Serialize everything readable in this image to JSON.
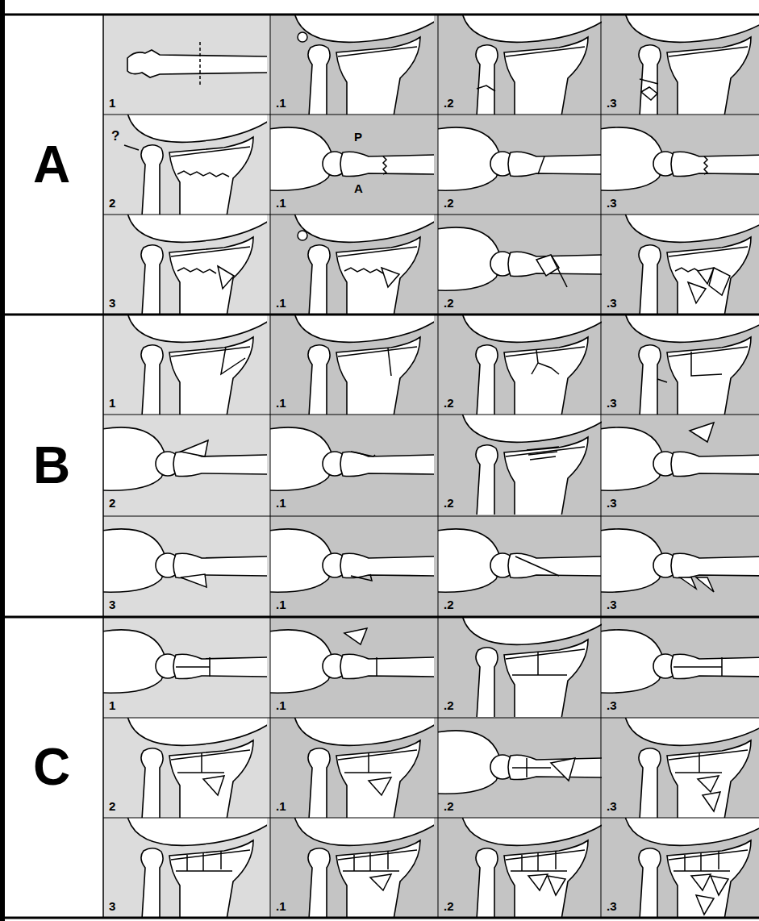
{
  "diagram": {
    "labels": [
      "A",
      "1",
      ".1",
      ".2",
      ".3",
      "?",
      "2",
      "P",
      "A",
      ".1",
      ".2",
      ".3",
      "3",
      ".1",
      ".2",
      ".3",
      "B",
      "1",
      ".1",
      ".2",
      ".3",
      "2",
      ".1",
      ".2",
      ".3",
      "3",
      ".1",
      ".2",
      ".3",
      "C",
      "1",
      ".1",
      ".2",
      ".3",
      "2",
      ".1",
      ".2",
      ".3",
      "3",
      ".1",
      ".2",
      ".3"
    ]
  }
}
